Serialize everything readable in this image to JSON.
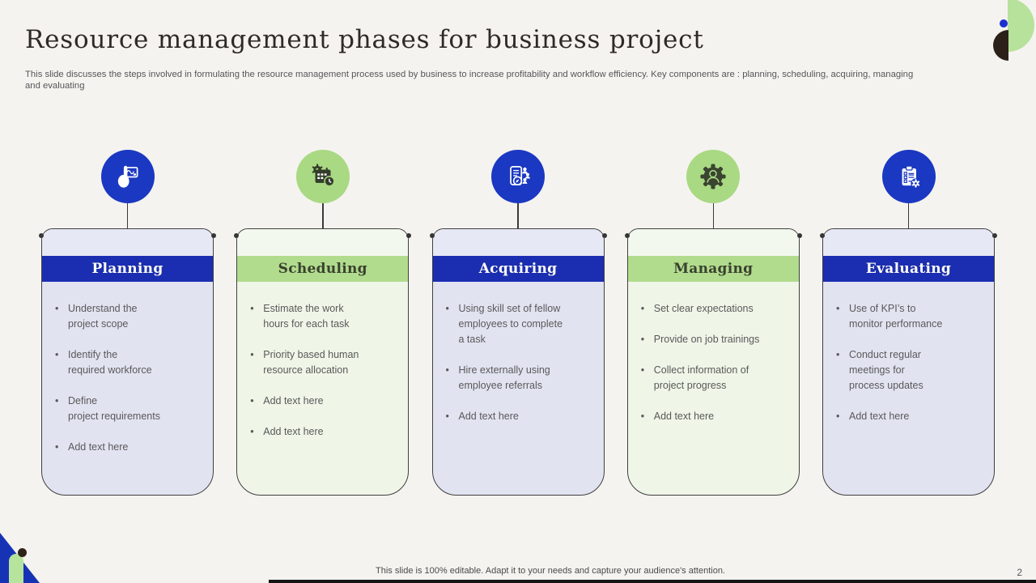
{
  "slide": {
    "title": "Resource management phases for business project",
    "subtitle": "This slide discusses the steps involved in formulating the resource management process used by business to increase profitability and workflow efficiency.  Key components are : planning, scheduling, acquiring, managing\nand evaluating",
    "footer_note": "This slide is 100% editable. Adapt it to your needs and capture your audience's attention.",
    "page_number": "2"
  },
  "phases": [
    {
      "name": "Planning",
      "theme": "blue",
      "icon": "planning-hand-icon",
      "bullets": [
        "Understand the\nproject scope",
        "Identify the\nrequired workforce",
        "Define\nproject requirements",
        "Add text here"
      ]
    },
    {
      "name": "Scheduling",
      "theme": "green",
      "icon": "calendar-clock-icon",
      "bullets": [
        "Estimate the work\nhours for each task",
        "Priority based human\nresource allocation",
        "Add text here",
        "Add text here"
      ]
    },
    {
      "name": "Acquiring",
      "theme": "blue",
      "icon": "recruitment-phone-icon",
      "bullets": [
        "Using skill set of fellow\nemployees to complete\na task",
        "Hire externally using\nemployee referrals",
        "Add text here"
      ]
    },
    {
      "name": "Managing",
      "theme": "green",
      "icon": "gear-person-icon",
      "bullets": [
        "Set clear expectations",
        "Provide on job trainings",
        "Collect information of\nproject progress",
        "Add text here"
      ]
    },
    {
      "name": "Evaluating",
      "theme": "blue",
      "icon": "clipboard-gear-icon",
      "bullets": [
        "Use of KPI’s to\nmonitor performance",
        "Conduct regular\nmeetings for\nprocess updates",
        "Add text here"
      ]
    }
  ],
  "colors": {
    "background": "#f5f3ef",
    "accent_blue": "#1a38c2",
    "header_blue": "#1b2eb1",
    "accent_green": "#a9d983",
    "header_green": "#b2dc8d",
    "card_blue_tint": "#e2e3f1",
    "card_green_tint": "#eff6e8",
    "body_text_gray": "#595959",
    "logo_dark_brown": "#2b2118"
  }
}
